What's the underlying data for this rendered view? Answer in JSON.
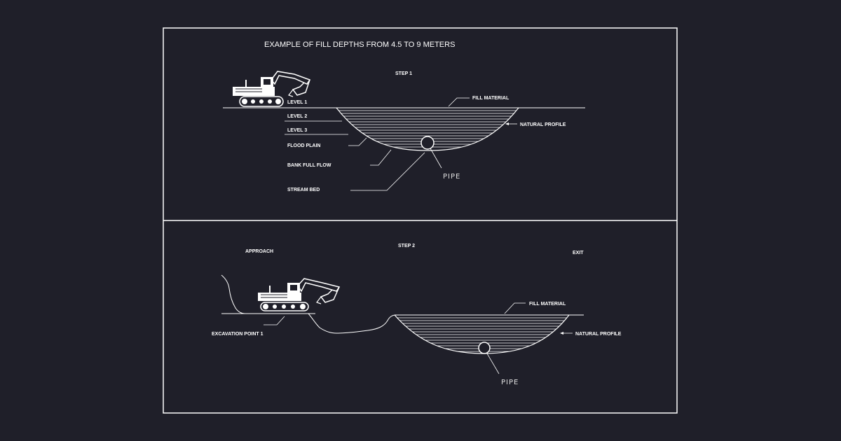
{
  "colors": {
    "background": "#1f1f29",
    "linework": "#ffffff"
  },
  "step1": {
    "title": "EXAMPLE OF FILL DEPTHS FROM 4.5 TO 9 METERS",
    "step_label": "STEP 1",
    "fill_material": "FILL MATERIAL",
    "natural_profile": "NATURAL PROFILE",
    "level_1": "LEVEL 1",
    "level_2": "LEVEL 2",
    "level_3": "LEVEL 3",
    "flood_plain": "FLOOD PLAIN",
    "bank_full_flow": "BANK FULL FLOW",
    "stream_bed": "STREAM BED",
    "pipe": "PIPE"
  },
  "step2": {
    "step_label": "STEP 2",
    "approach": "APPROACH",
    "exit": "EXIT",
    "fill_material": "FILL MATERIAL",
    "natural_profile": "NATURAL PROFILE",
    "excavation_point": "EXCAVATION POINT 1",
    "pipe": "PIPE"
  },
  "icons": [
    "excavator-icon",
    "pipe-icon"
  ]
}
